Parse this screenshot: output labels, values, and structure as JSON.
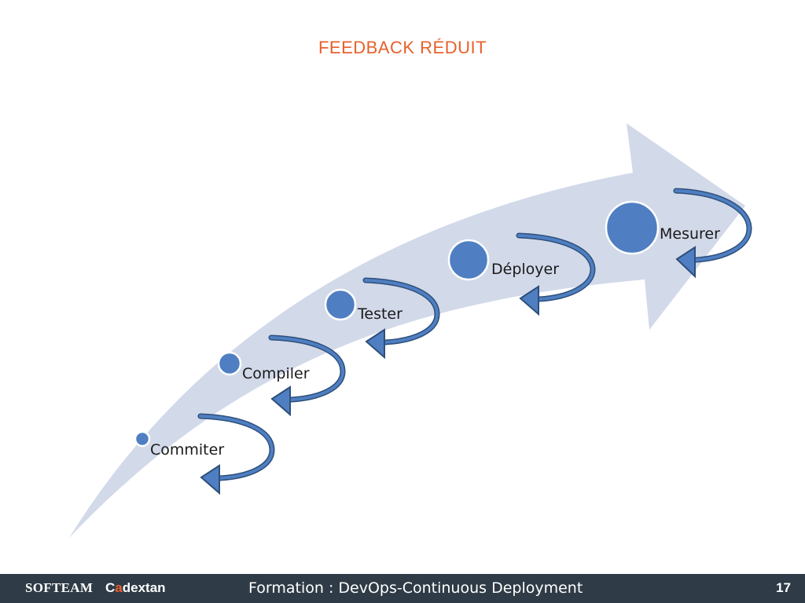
{
  "slide": {
    "title": "FEEDBACK RÉDUIT"
  },
  "diagram": {
    "steps": [
      {
        "label": "Commiter"
      },
      {
        "label": "Compiler"
      },
      {
        "label": "Tester"
      },
      {
        "label": "Déployer"
      },
      {
        "label": "Mesurer"
      }
    ],
    "colors": {
      "big_arrow": "#D2D9E9",
      "node_fill": "#4F7FC2",
      "node_stroke": "#FFFFFF",
      "loop_arrow_fill": "#4F7FC2",
      "loop_arrow_stroke": "#2E4F7A"
    }
  },
  "footer": {
    "company": "SOFTEAM",
    "brand_prefix": "C",
    "brand_accent": "a",
    "brand_suffix": "dextan",
    "course": "Formation : DevOps-Continuous Deployment",
    "page_number": "17",
    "background": "#2F3B46",
    "accent": "#E8602C"
  }
}
